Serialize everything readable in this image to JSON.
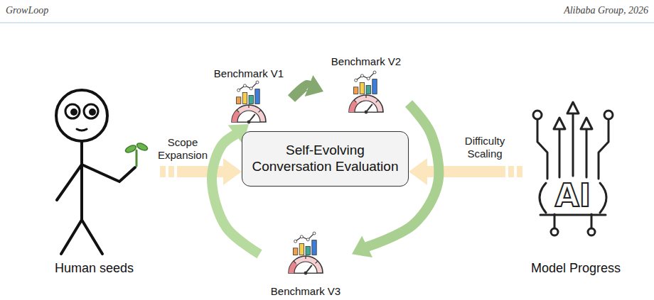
{
  "diagram": {
    "nodes": [
      {
        "text": [
          "Human seeds"
        ]
      },
      {
        "text": [
          "Benchmark V1"
        ]
      },
      {
        "text": [
          "Benchmark V2"
        ]
      },
      {
        "text": [
          "Self-Evolving Conversation Evaluation"
        ]
      },
      {
        "text": [
          "Model Progress"
        ]
      },
      {
        "text": [
          "Benchmark V3"
        ]
      }
    ],
    "edges": [
      {
        "from": 0,
        "to": 3,
        "label": "Scope Expansion",
        "arrow": "to"
      },
      {
        "from": 4,
        "to": 3,
        "label": "Difficulty Scaling",
        "arrow": "to"
      },
      {
        "from": 1,
        "to": 2,
        "arrow": "to"
      },
      {
        "from": 2,
        "to": 5,
        "arrow": "to"
      },
      {
        "from": 5,
        "to": 1,
        "arrow": "to"
      }
    ],
    "labels": [
      "GrowLoop",
      "Alibaba Group, 2026",
      "AI"
    ]
  }
}
